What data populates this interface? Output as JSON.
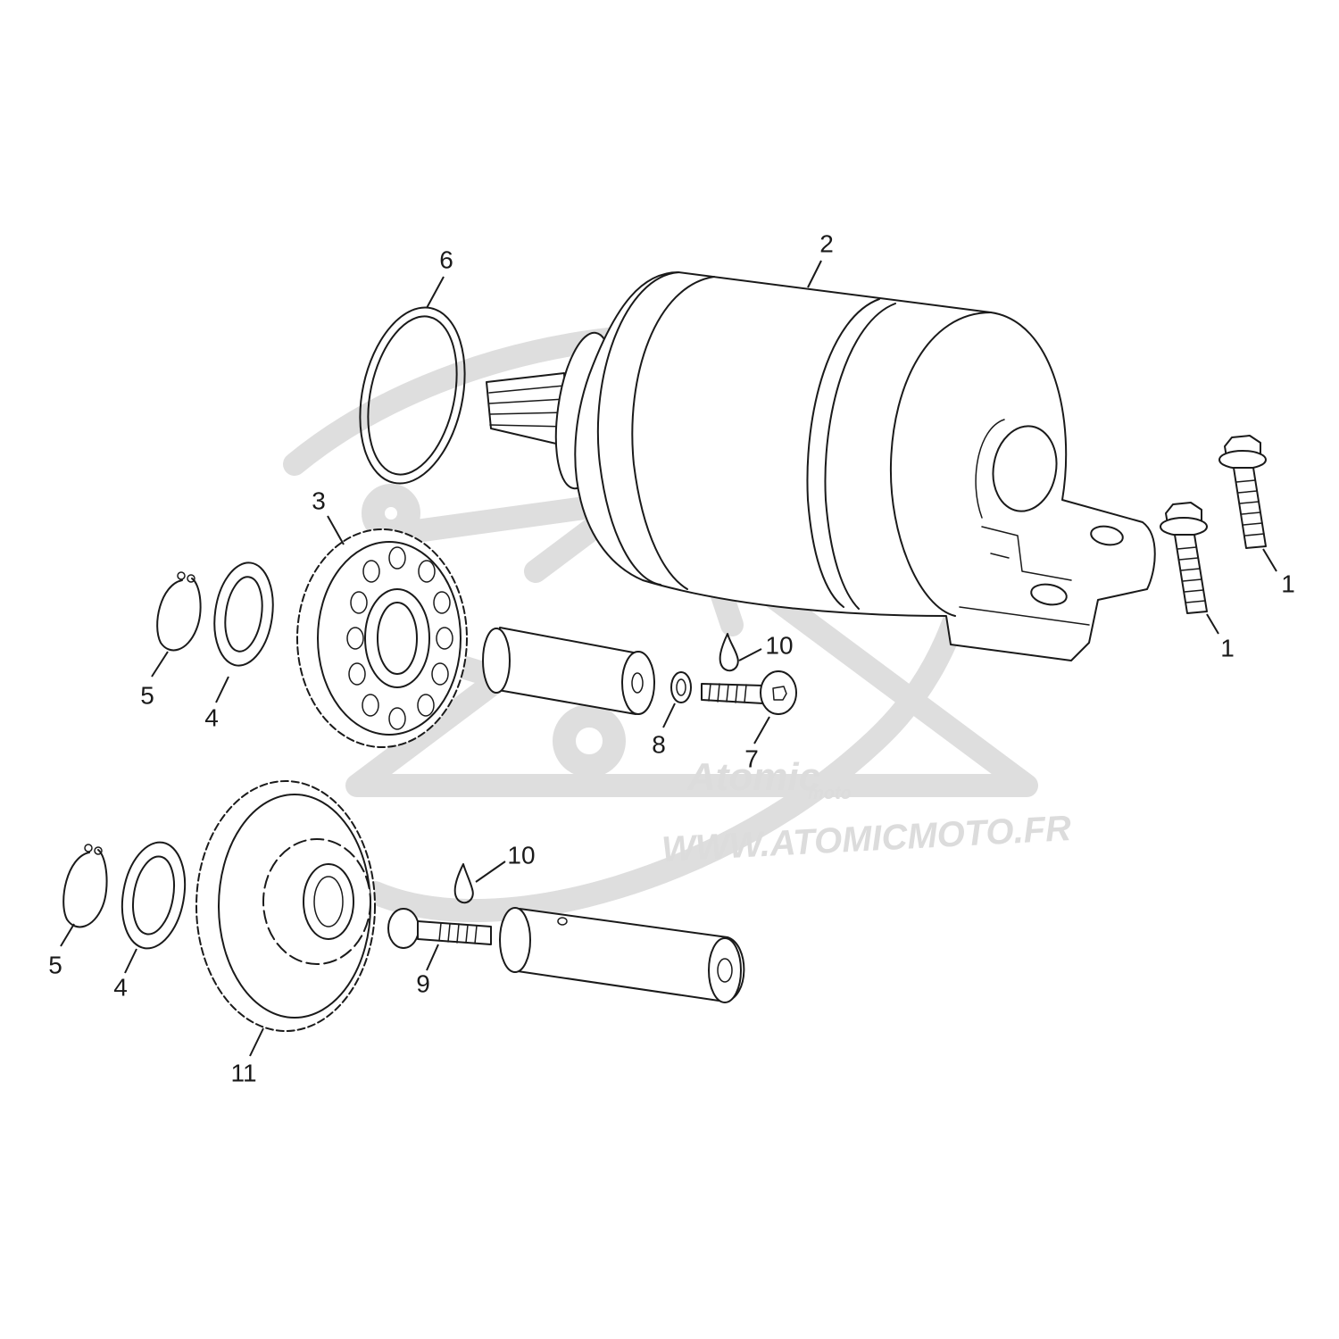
{
  "watermark": {
    "brand": "Atomic",
    "sub": "moto",
    "url": "WWW.ATOMICMOTO.FR"
  },
  "callouts": [
    {
      "label": "1"
    },
    {
      "label": "1"
    },
    {
      "label": "2"
    },
    {
      "label": "3"
    },
    {
      "label": "4"
    },
    {
      "label": "4"
    },
    {
      "label": "5"
    },
    {
      "label": "5"
    },
    {
      "label": "6"
    },
    {
      "label": "7"
    },
    {
      "label": "8"
    },
    {
      "label": "9"
    },
    {
      "label": "10"
    },
    {
      "label": "10"
    },
    {
      "label": "11"
    }
  ]
}
